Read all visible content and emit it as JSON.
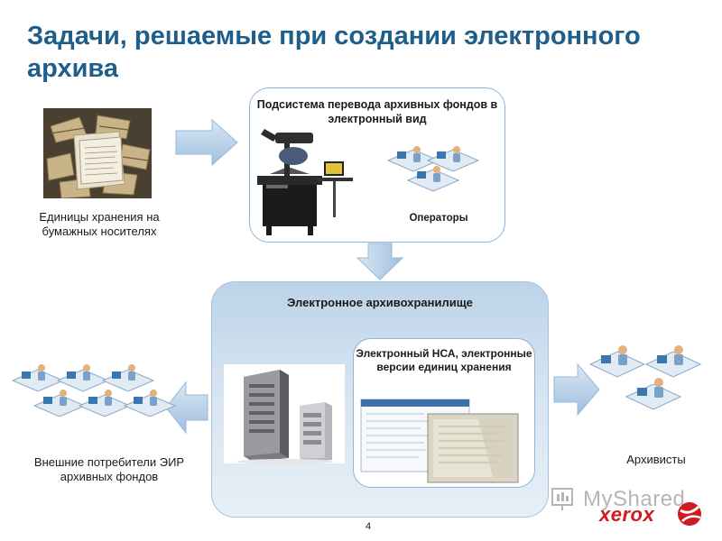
{
  "slide": {
    "title": "Задачи, решаемые при создании электронного архива",
    "page_number": "4"
  },
  "paper_units": {
    "caption": "Единицы хранения на бумажных носителях"
  },
  "digitization": {
    "title": "Подсистема перевода архивных фондов в электронный вид",
    "operators_label": "Операторы"
  },
  "storage": {
    "title": "Электронное архивохранилище",
    "nsa_title": "Электронный НСА, электронные версии единиц хранения"
  },
  "external_consumers": {
    "caption": "Внешние потребители ЭИР архивных фондов"
  },
  "archivists": {
    "caption": "Архивисты"
  },
  "branding": {
    "watermark": "MyShared",
    "logo": "xerox"
  },
  "colors": {
    "title": "#1f5e8a",
    "arrow": "#b9d2ea",
    "xerox_red": "#d11a1f",
    "box_border": "#8fb6d6"
  }
}
